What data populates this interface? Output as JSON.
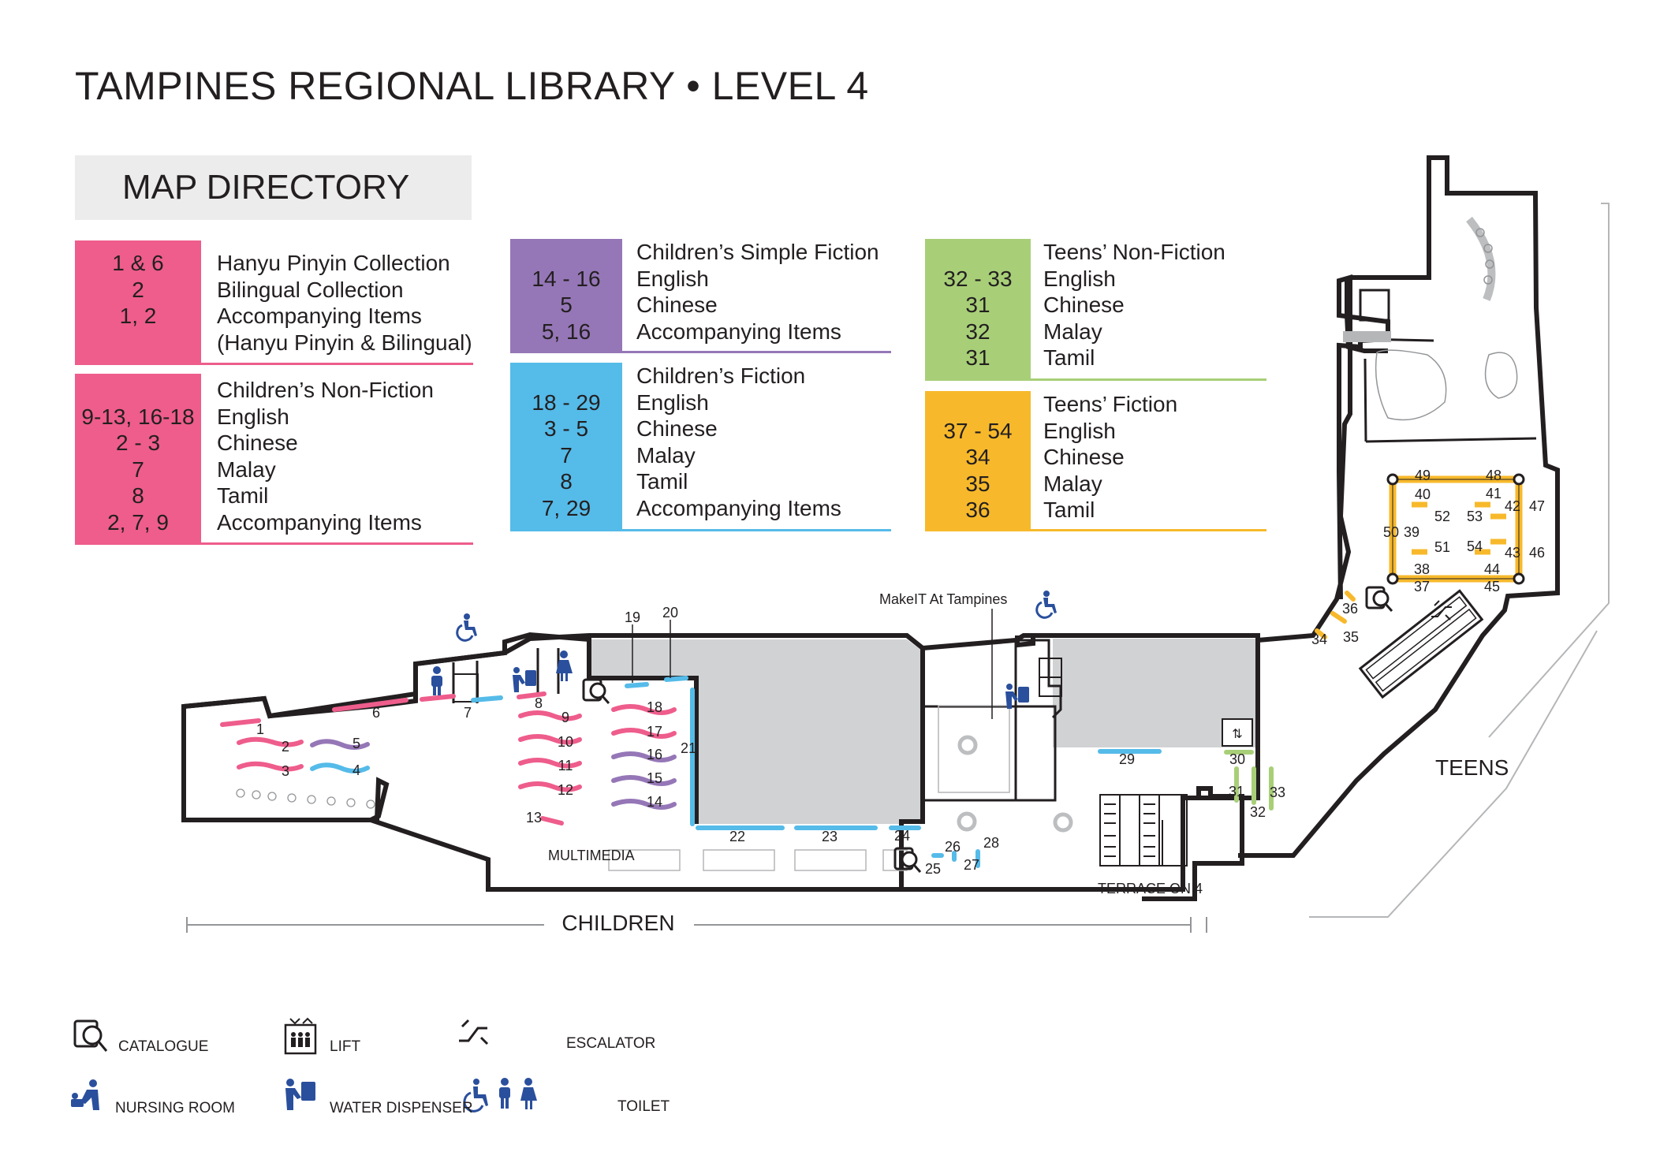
{
  "title": "TAMPINES REGIONAL LIBRARY  •  LEVEL 4",
  "directory": {
    "heading": "MAP DIRECTORY",
    "cards": [
      {
        "id": "hanyu",
        "color": "#ee5d8c",
        "codes": [
          "1 & 6",
          "2",
          "1, 2",
          ""
        ],
        "labels": [
          "Hanyu Pinyin Collection",
          "Bilingual Collection",
          "Accompanying Items",
          "(Hanyu Pinyin & Bilingual)"
        ]
      },
      {
        "id": "children-nonfiction",
        "color": "#ee5d8c",
        "codes": [
          "",
          "9-13, 16-18",
          "2 - 3",
          "7",
          "8",
          "2, 7, 9"
        ],
        "labels": [
          "Children’s Non-Fiction",
          "English",
          "Chinese",
          "Malay",
          "Tamil",
          "Accompanying Items"
        ]
      },
      {
        "id": "children-simple",
        "color": "#9577b7",
        "codes": [
          "",
          "14 - 16",
          "5",
          "5, 16"
        ],
        "labels": [
          "Children’s Simple Fiction",
          "English",
          "Chinese",
          "Accompanying Items"
        ]
      },
      {
        "id": "children-fiction",
        "color": "#55bbe9",
        "codes": [
          "",
          "18 - 29",
          "3 - 5",
          "7",
          "8",
          "7, 29"
        ],
        "labels": [
          "Children’s Fiction",
          "English",
          "Chinese",
          "Malay",
          "Tamil",
          "Accompanying Items"
        ]
      },
      {
        "id": "teens-nonfiction",
        "color": "#a8cf78",
        "codes": [
          "",
          "32 - 33",
          "31",
          "32",
          "31"
        ],
        "labels": [
          "Teens’ Non-Fiction",
          "English",
          "Chinese",
          "Malay",
          "Tamil"
        ]
      },
      {
        "id": "teens-fiction",
        "color": "#f7b92b",
        "codes": [
          "",
          "37 - 54",
          "34",
          "35",
          "36"
        ],
        "labels": [
          "Teens’ Fiction",
          "English",
          "Chinese",
          "Malay",
          "Tamil"
        ]
      }
    ]
  },
  "map": {
    "zones": {
      "children": "CHILDREN",
      "teens": "TEENS",
      "multimedia": "MULTIMEDIA",
      "makeit": "MakeIT At Tampines",
      "terrace": "TERRACE ON 4"
    },
    "shelf_numbers": [
      "1",
      "2",
      "3",
      "4",
      "5",
      "6",
      "7",
      "8",
      "9",
      "10",
      "11",
      "12",
      "13",
      "14",
      "15",
      "16",
      "17",
      "18",
      "19",
      "20",
      "21",
      "22",
      "23",
      "24",
      "25",
      "26",
      "27",
      "28",
      "29",
      "30",
      "31",
      "32",
      "33",
      "34",
      "35",
      "36",
      "37",
      "38",
      "39",
      "40",
      "41",
      "42",
      "43",
      "44",
      "45",
      "46",
      "47",
      "48",
      "49",
      "50",
      "51",
      "52",
      "53",
      "54"
    ]
  },
  "legend": {
    "catalogue": "CATALOGUE",
    "lift": "LIFT",
    "escalator": "ESCALATOR",
    "nursing_room": "NURSING ROOM",
    "water_dispenser": "WATER DISPENSER",
    "toilet": "TOILET"
  },
  "colors": {
    "pink": "#ee5d8c",
    "purple": "#9577b7",
    "blue": "#55bbe9",
    "green": "#a8cf78",
    "yellow": "#f7b92b",
    "grey_block": "#d1d2d4",
    "icon_blue": "#2a4f9c"
  }
}
